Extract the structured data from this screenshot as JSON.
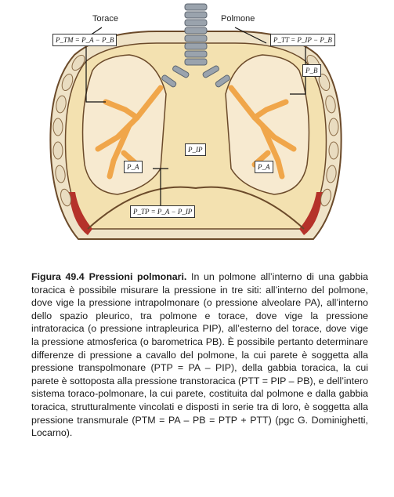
{
  "figure": {
    "label_torace": "Torace",
    "label_polmone": "Polmone",
    "eq_tm": "P_TM = P_A − P_B",
    "eq_tt": "P_TT = P_IP − P_B",
    "eq_tp": "P_TP = P_A − P_IP",
    "tag_pb": "P_B",
    "tag_pip": "P_IP",
    "tag_pa_left": "P_A",
    "tag_pa_right": "P_A"
  },
  "caption": {
    "fig_number": "Figura 49.4",
    "fig_title": "Pressioni polmonari.",
    "body": "In un polmone all’interno di una gabbia toracica è possibile misurare la pressione in tre siti: all’interno del polmone, dove vige la pressione intrapolmonare (o pressione alveolare PA), all’interno dello spazio pleurico, tra polmone e torace, dove vige la pressione intratoracica (o pressione intrapleurica PIP), all’esterno del torace, dove vige la pressione atmosferica (o barometrica PB). È possibile pertanto determinare differenze di pressione a cavallo del polmone, la cui parete è soggetta alla pressione transpolmonare (PTP = PA – PIP), della gabbia toracica, la cui parete è sottoposta alla pressione transtoracica (PTT = PIP – PB), e dell’intero sistema toraco-polmonare, la cui parete, costituita dal polmone e dalla gabbia toracica, strutturalmente vincolati e disposti in serie tra di loro, è soggetta alla pressione transmurale (PTM = PA – PB = PTP + PTT) (pgc G. Dominighetti, Locarno)."
  },
  "colors": {
    "chest_fill": "#f3e1b0",
    "chest_outline": "#6b4a2a",
    "rib_fill": "#efe3c8",
    "muscle_red": "#b5322a",
    "bronchi": "#f0a64a",
    "trachea": "#9aa3ad"
  }
}
